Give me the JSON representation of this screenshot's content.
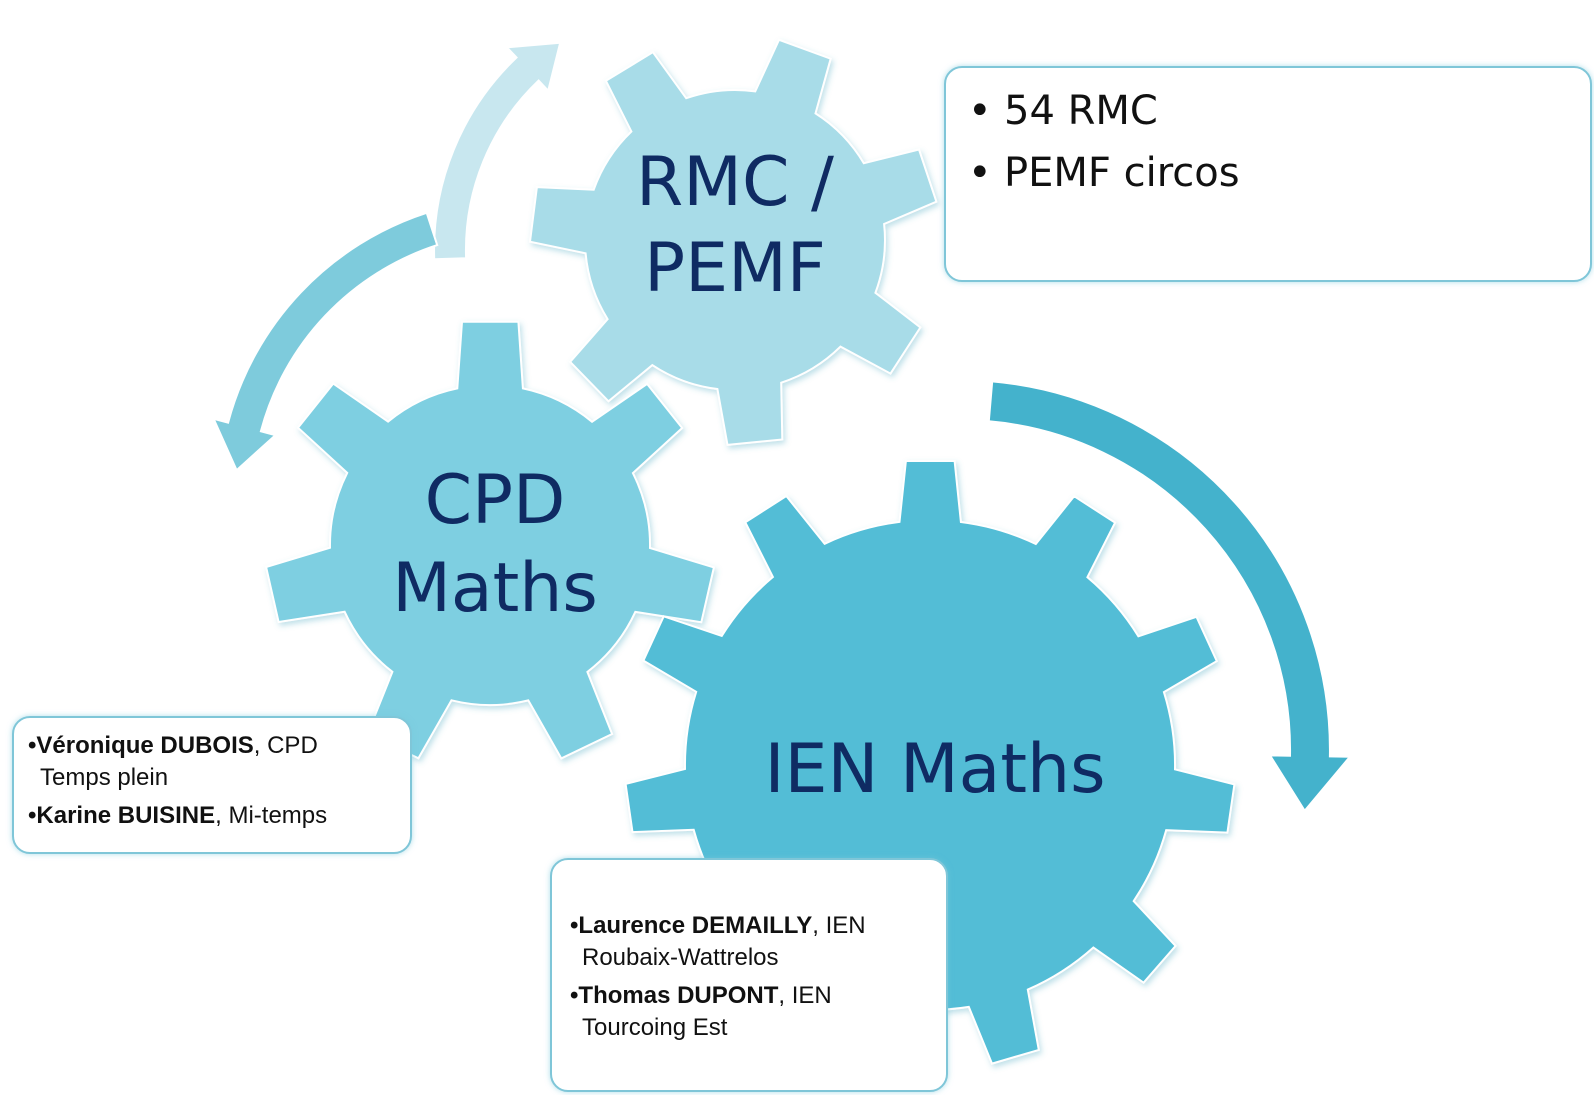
{
  "colors": {
    "gear_rmc": "#a8dce8",
    "gear_cpd": "#7ecfe1",
    "gear_ien": "#52bdd6",
    "arrow_light": "#c3e5ee",
    "arrow_mid": "#7ecbdc",
    "arrow_dark": "#44b2cc",
    "text_dark": "#0f2b63"
  },
  "gears": {
    "rmc": {
      "line1": "RMC /",
      "line2": "PEMF"
    },
    "cpd": {
      "line1": "CPD",
      "line2": "Maths"
    },
    "ien": {
      "line1": "IEN Maths"
    }
  },
  "boxes": {
    "rmc": {
      "items": [
        {
          "text": "54 RMC"
        },
        {
          "text": "PEMF circos"
        }
      ]
    },
    "cpd": {
      "items": [
        {
          "name": "Véronique DUBOIS",
          "rest": ", CPD",
          "cont": "Temps plein"
        },
        {
          "name": "Karine BUISINE",
          "rest": ", Mi-temps",
          "cont": ""
        }
      ]
    },
    "ien": {
      "items": [
        {
          "name": "Laurence  DEMAILLY",
          "rest": ", IEN",
          "cont": "Roubaix-Wattrelos"
        },
        {
          "name": "Thomas DUPONT",
          "rest": ", IEN",
          "cont": "Tourcoing Est"
        }
      ]
    }
  },
  "bullet": "•"
}
